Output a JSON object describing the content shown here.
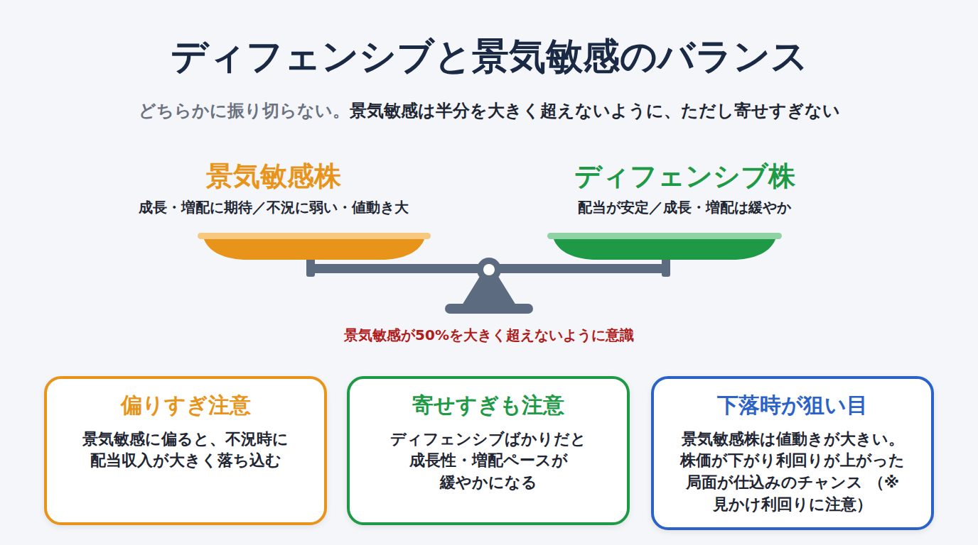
{
  "diagram": {
    "title": "ディフェンシブと景気敏感のバランス",
    "nodes": [
      {
        "text": [
          "景気敏感株",
          "成長・増配に期待／不況に弱い・値動き大"
        ]
      },
      {
        "text": [
          "ディフェンシブ株",
          "配当が安定／成長・増配は緩やか"
        ]
      },
      {
        "text": [
          "偏りすぎ注意",
          "景気敏感に偏ると、不況時に 配当収入が大きく落ち込む"
        ]
      },
      {
        "text": [
          "寄せすぎも注意",
          "ディフェンシブばかりだと 成長性・増配ペースが 緩やかになる"
        ]
      },
      {
        "text": [
          "下落時が狙い目",
          "景気敏感株は値動きが大きい。 株価が下がり利回りが上がった 局面が仕込みのチャンス （※見かけ利回りに注意）"
        ]
      }
    ],
    "labels": [
      "どちらかに振り切らない。",
      "景気敏感は半分を大きく超えないように、ただし寄せすぎない",
      "景気敏感が50%を大きく超えないように意識"
    ]
  }
}
